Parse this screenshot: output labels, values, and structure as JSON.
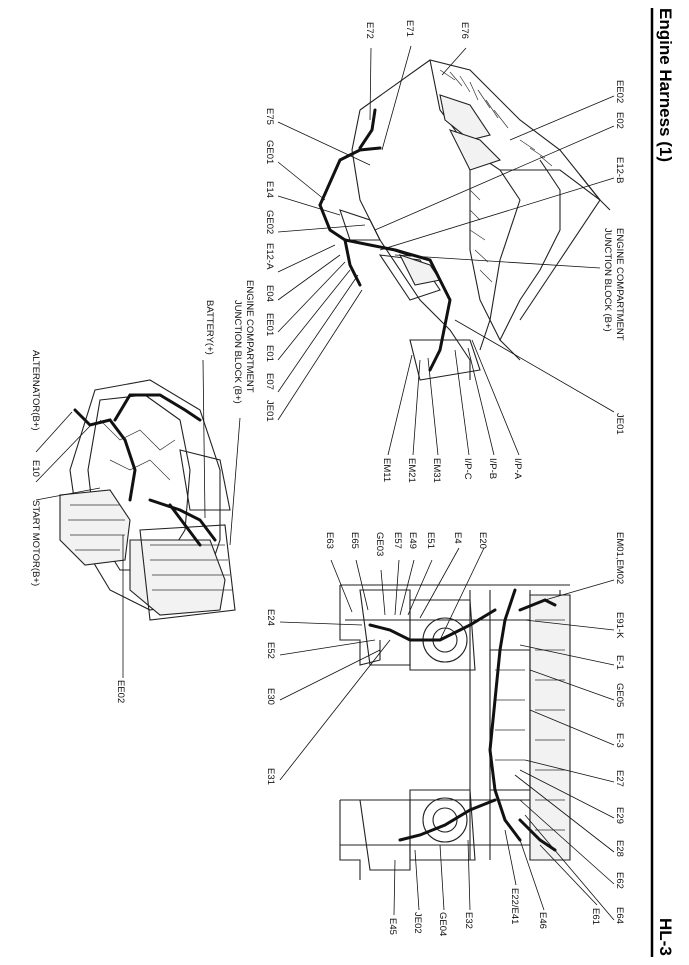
{
  "header": {
    "title": "Engine Harness (1)",
    "page": "HL-3"
  },
  "labels": {
    "top_a": [
      "E72",
      "E71",
      "E76"
    ],
    "top_b": [
      "EE02",
      "E02",
      "E12-B"
    ],
    "jb_upper": [
      "ENGINE COMPARTMENT",
      "JUNCTION BLOCK (B+)"
    ],
    "je01_right": "JE01",
    "left_col": [
      "E75",
      "GE01",
      "E14",
      "GE02",
      "E12-A",
      "E04",
      "EE01",
      "E01",
      "E07",
      "JE01"
    ],
    "bottom_a": [
      "EM11",
      "EM21",
      "EM31",
      "I/P-C",
      "I/P-B",
      "I/P-A"
    ],
    "jb_lower": [
      "ENGINE COMPARTMENT",
      "JUNCTION BLOCK (B+)"
    ],
    "battery": "BATTERY(+)",
    "alternator": "ALTERNATOR(B+)",
    "e10": "E10",
    "start_motor": "START MOTOR(B+)",
    "ee02_low": "EE02",
    "lower_top": [
      "E63",
      "E65",
      "GE03",
      "E57",
      "E49",
      "E51",
      "E4",
      "E20",
      "EM01,EM02"
    ],
    "lower_right": [
      "E91-K",
      "E-1",
      "GE05",
      "E-3",
      "E27",
      "E29",
      "E28",
      "E62",
      "E64"
    ],
    "lower_left": [
      "E24",
      "E52",
      "E30",
      "E31"
    ],
    "lower_bottom": [
      "E45",
      "JE02",
      "GE04",
      "E32",
      "E22/E41",
      "E46",
      "E61"
    ]
  }
}
